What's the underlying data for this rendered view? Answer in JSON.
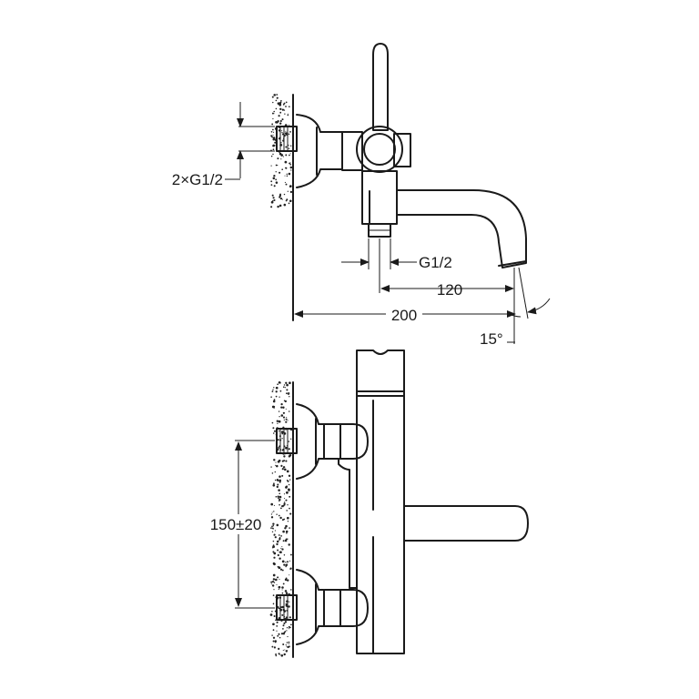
{
  "drawing": {
    "side_view": {
      "inlet_thread_label": "2×G1/2",
      "outlet_thread_label": "G1/2",
      "spout_reach_label": "120",
      "overall_projection_label": "200",
      "spout_angle_label": "15°"
    },
    "front_view": {
      "inlet_spacing_label": "150±20"
    }
  }
}
